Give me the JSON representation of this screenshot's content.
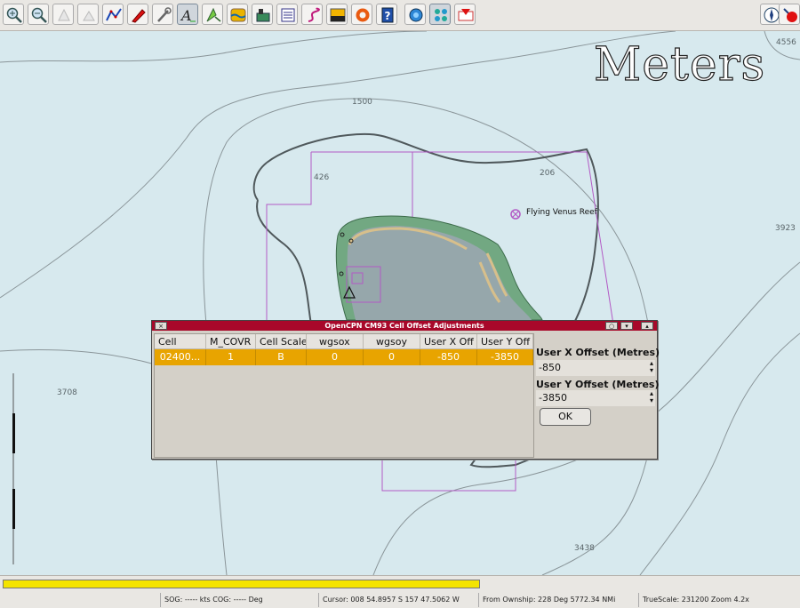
{
  "toolbar": {
    "left_tools": [
      {
        "name": "zoom-in-icon",
        "active": false
      },
      {
        "name": "zoom-out-icon",
        "active": false
      },
      {
        "name": "scale-in-icon",
        "active": false
      },
      {
        "name": "scale-out-icon",
        "active": false
      },
      {
        "name": "route-icon",
        "active": false
      },
      {
        "name": "follow-icon",
        "active": false
      },
      {
        "name": "settings-icon",
        "active": false
      },
      {
        "name": "text-icon",
        "active": true
      },
      {
        "name": "current-icon",
        "active": false
      },
      {
        "name": "tide-icon",
        "active": false
      },
      {
        "name": "print-icon",
        "active": false
      },
      {
        "name": "route-manager-icon",
        "active": false
      },
      {
        "name": "track-icon",
        "active": false
      },
      {
        "name": "color-scheme-icon",
        "active": false
      },
      {
        "name": "mob-icon",
        "active": false
      },
      {
        "name": "help-icon",
        "active": false
      },
      {
        "name": "plugin-globe-icon",
        "active": false
      },
      {
        "name": "plugin-grid-icon",
        "active": true
      },
      {
        "name": "plugin-waypoint-icon",
        "active": false
      }
    ],
    "right_tools": [
      {
        "name": "compass-icon"
      },
      {
        "name": "gps-status-icon"
      }
    ]
  },
  "chart": {
    "units_label": "Meters",
    "reef_label": "Flying Venus Reef",
    "depths": {
      "d4556": "4556",
      "d1500": "1500",
      "d426": "426",
      "d206": "206",
      "d3923": "3923",
      "d3708": "3708",
      "d3438": "3438"
    }
  },
  "dialog": {
    "title": "OpenCPN CM93 Cell Offset Adjustments",
    "buttons": {
      "close": "×",
      "restore": "○",
      "minimize": "▾",
      "maximize": "▴"
    },
    "columns": [
      "Cell",
      "M_COVR",
      "Cell Scale",
      "wgsox",
      "wgsoy",
      "User X Off",
      "User Y Off"
    ],
    "rows": [
      {
        "cells": [
          "02400...",
          "1",
          "B",
          "0",
          "0",
          "-850",
          "-3850"
        ]
      }
    ],
    "x_label": "User X Offset (Metres)",
    "x_value": "-850",
    "y_label": "User Y Offset (Metres)",
    "y_value": "-3850",
    "ok_label": "OK"
  },
  "status": {
    "progress": 1.0,
    "sog": "SOG: ----- kts  COG: ----- Deg",
    "cursor": "Cursor: 008 54.8957 S 157 47.5062 W",
    "ownship": "From Ownship: 228 Deg  5772.34 NMi",
    "truescale": "TrueScale:   231200  Zoom  4.2x"
  },
  "colors": {
    "sea": "#d7e9ee",
    "reef_land": "#96a7ab",
    "shallow": "#72a882",
    "sand": "#d7bf8b",
    "selection": "#e8a400",
    "title_bar": "#a8082a",
    "coverage": "#b35ac5"
  }
}
